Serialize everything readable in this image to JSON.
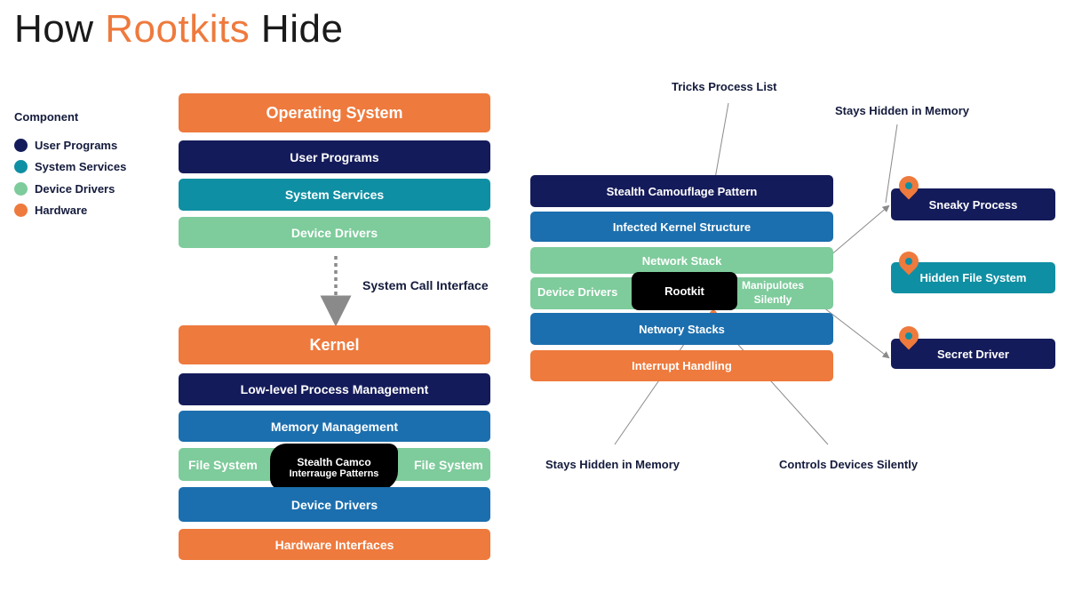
{
  "title": {
    "prefix": "How ",
    "accent": "Rootkits",
    "suffix": " Hide"
  },
  "colors": {
    "navy": "#141b5a",
    "teal": "#0f8fa3",
    "green": "#7ecb9b",
    "orange": "#ee7a3d",
    "blue": "#1c6fae",
    "black": "#000000"
  },
  "legend": {
    "title": "Component",
    "items": [
      {
        "label": "User Programs",
        "color": "#141b5a"
      },
      {
        "label": "System Services",
        "color": "#0f8fa3"
      },
      {
        "label": "Device Drivers",
        "color": "#7ecb9b"
      },
      {
        "label": "Hardware",
        "color": "#ee7a3d"
      }
    ]
  },
  "left_stack": {
    "os_title": "Operating System",
    "user_programs": "User Programs",
    "system_services": "System Services",
    "device_drivers_top": "Device Drivers",
    "syscall_label": "System Call Interface",
    "kernel_title": "Kernel",
    "process_mgmt": "Low-level Process Management",
    "memory_mgmt": "Memory Management",
    "fs_left": "File System",
    "fs_right": "File System",
    "stealth_line1": "Stealth Camco",
    "stealth_line2": "Interrauge Patterns",
    "device_drivers_bottom": "Device Drivers",
    "hardware_interfaces": "Hardware Interfaces"
  },
  "right_stack": {
    "camouflage": "Stealth Camouflage Pattern",
    "infected_kernel": "Infected Kernel Structure",
    "network_stack": "Network Stack",
    "device_drivers": "Device Drivers",
    "rootkit": "Rootkit",
    "manipulates_line1": "Manipulotes",
    "manipulates_line2": "Silently",
    "networy_stacks": "Networy Stacks",
    "interrupt_handling": "Interrupt Handling"
  },
  "annotations": {
    "tricks_process": "Tricks Process List",
    "stays_hidden_top": "Stays Hidden in Memory",
    "stays_hidden_bottom": "Stays Hidden in Memory",
    "controls_devices": "Controls Devices Silently"
  },
  "callouts": {
    "sneaky_process": "Sneaky Process",
    "hidden_fs": "Hidden File System",
    "secret_driver": "Secret Driver"
  }
}
